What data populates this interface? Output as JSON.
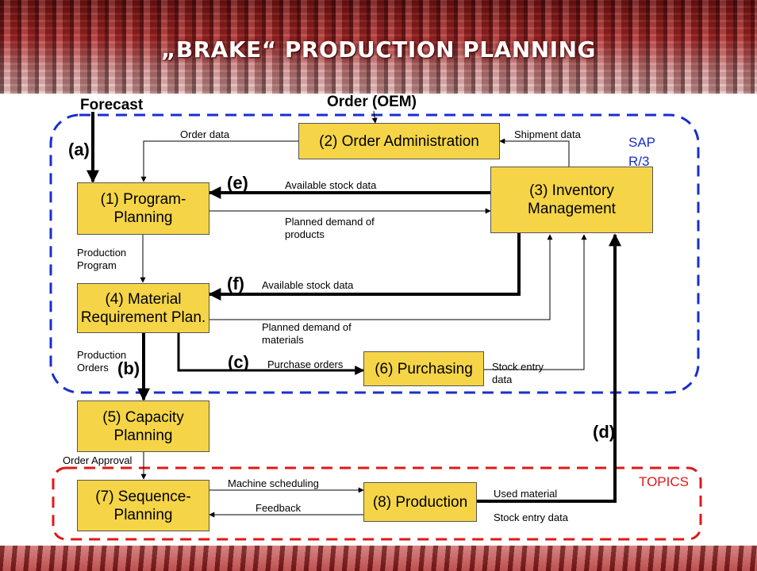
{
  "title": "„BRAKE“ PRODUCTION PLANNING",
  "inputs": {
    "forecast": "Forecast",
    "order": "Order  (OEM)"
  },
  "boxes": {
    "program_planning": "(1) Program-\nPlanning",
    "order_administration": "(2) Order Administration",
    "inventory_management": "(3) Inventory\nManagement",
    "material_requirement": "(4) Material\nRequirement Plan.",
    "capacity_planning": "(5) Capacity\nPlanning",
    "purchasing": "(6) Purchasing",
    "sequence_planning": "(7) Sequence-\nPlanning",
    "production": "(8) Production"
  },
  "flows": {
    "order_data": "Order data",
    "shipment_data": "Shipment data",
    "available_stock_1": "Available stock data",
    "planned_demand_products": "Planned demand of\nproducts",
    "production_program": "Production\nProgram",
    "available_stock_2": "Available stock data",
    "planned_demand_materials": "Planned demand of\nmaterials",
    "production_orders": "Production\nOrders",
    "purchase_orders": "Purchase orders",
    "stock_entry_data_1": "Stock entry\ndata",
    "order_approval": "Order Approval",
    "machine_scheduling": "Machine scheduling",
    "feedback": "Feedback",
    "used_material": "Used material",
    "stock_entry_data_2": "Stock entry data"
  },
  "tags": {
    "a": "(a)",
    "b": "(b)",
    "c": "(c)",
    "d": "(d)",
    "e": "(e)",
    "f": "(f)"
  },
  "regions": {
    "sap": "SAP\nR/3",
    "topics": "TOPICS"
  },
  "colors": {
    "box": "#f5d547",
    "sap_border": "#1a2ecc",
    "topics_border": "#e01818",
    "banner": "#a52a2a"
  }
}
